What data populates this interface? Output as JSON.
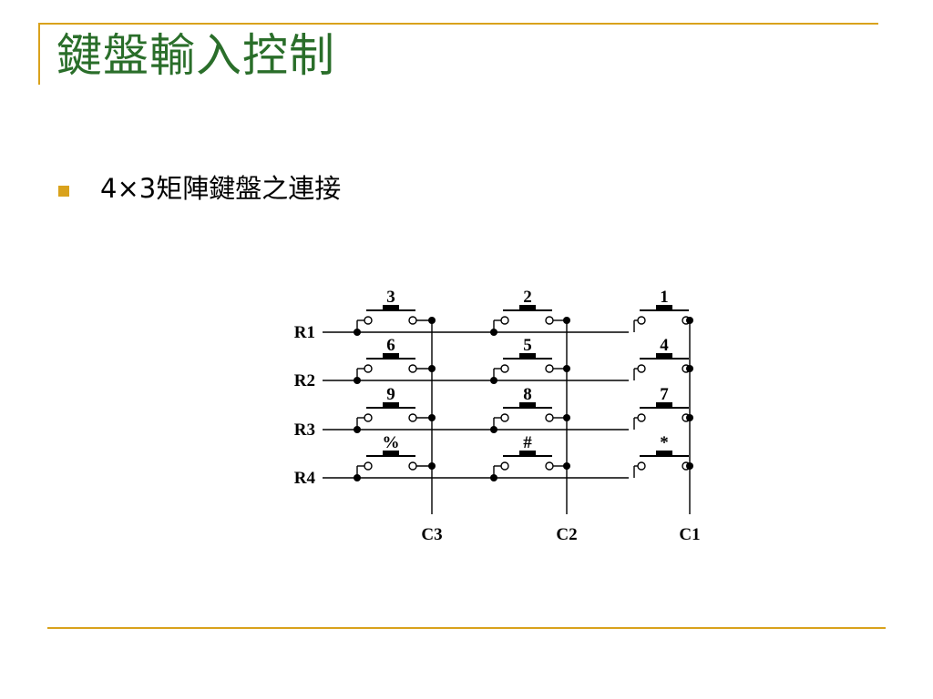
{
  "slide": {
    "title": "鍵盤輸入控制",
    "bullet_text": "4×3矩陣鍵盤之連接",
    "accent_color": "#d9a21c",
    "title_color": "#2a6e2a"
  },
  "diagram": {
    "row_labels": [
      "R1",
      "R2",
      "R3",
      "R4"
    ],
    "column_labels": [
      "C3",
      "C2",
      "C1"
    ],
    "key_labels": [
      [
        "3",
        "2",
        "1"
      ],
      [
        "6",
        "5",
        "4"
      ],
      [
        "9",
        "8",
        "7"
      ],
      [
        "%",
        "#",
        "*"
      ]
    ]
  }
}
